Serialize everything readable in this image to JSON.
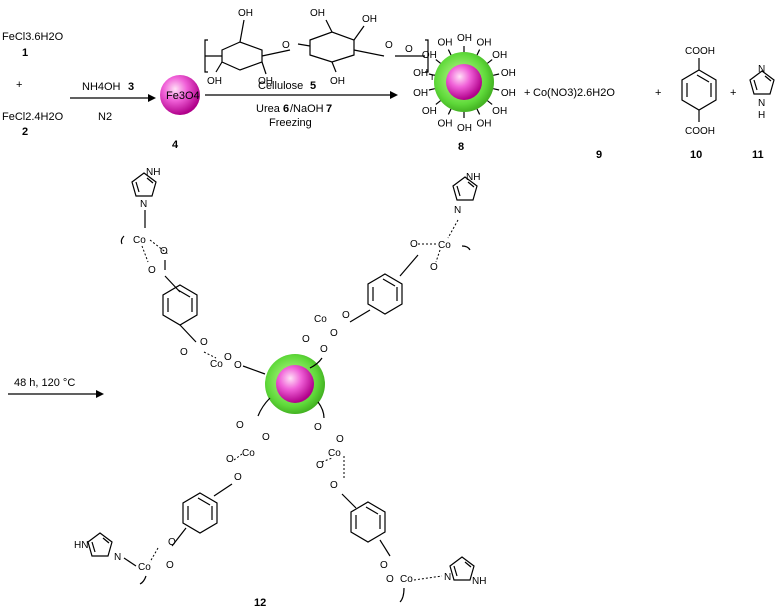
{
  "reagents": {
    "fecl3": "FeCl3.6H2O",
    "fecl3_num": "1",
    "plus1": "+",
    "fecl2": "FeCl2.4H2O",
    "fecl2_num": "2"
  },
  "step1": {
    "above": "NH4OH",
    "above_num": "3",
    "below": "N2"
  },
  "core": {
    "label": "Fe3O4",
    "num": "4"
  },
  "step2": {
    "above": "Cellulose",
    "above_num": "5",
    "below1": "Urea",
    "below1_num": "6",
    "below1_sep": "/NaOH",
    "below1_num2": "7",
    "below2": "Freezing",
    "repeat_n": "n"
  },
  "coated": {
    "oh": "OH",
    "num": "8"
  },
  "reactants": {
    "plus": "+",
    "cobalt": "Co(NO3)2.6H2O",
    "cobalt_num": "9",
    "cooh": "COOH",
    "bdc_num": "10",
    "imid_nh": "N",
    "imid_h": "H",
    "imid_num": "11"
  },
  "step3": {
    "conditions": "48 h, 120 °C"
  },
  "product": {
    "num": "12",
    "co": "Co",
    "o": "O",
    "hn": "HN",
    "nh": "NH",
    "n": "N"
  },
  "colors": {
    "fe3o4": "#e020c0",
    "shell": "#5fd93a"
  }
}
